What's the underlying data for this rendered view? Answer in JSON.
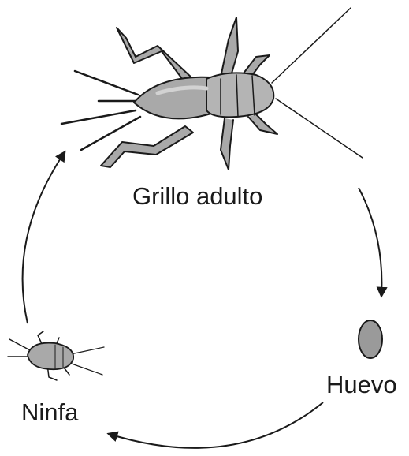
{
  "diagram": {
    "stages": [
      {
        "id": "adult",
        "label": "Grillo adulto"
      },
      {
        "id": "egg",
        "label": "Huevo"
      },
      {
        "id": "nymph",
        "label": "Ninfa"
      }
    ],
    "arrows": [
      {
        "from": "adult",
        "to": "egg"
      },
      {
        "from": "egg",
        "to": "nymph"
      },
      {
        "from": "nymph",
        "to": "adult"
      }
    ],
    "colors": {
      "line": "#1a1a1a",
      "body_fill": "#a9a9a9",
      "body_light": "#c9c9c9",
      "egg_fill": "#9a9a9a",
      "background": "#ffffff"
    }
  }
}
